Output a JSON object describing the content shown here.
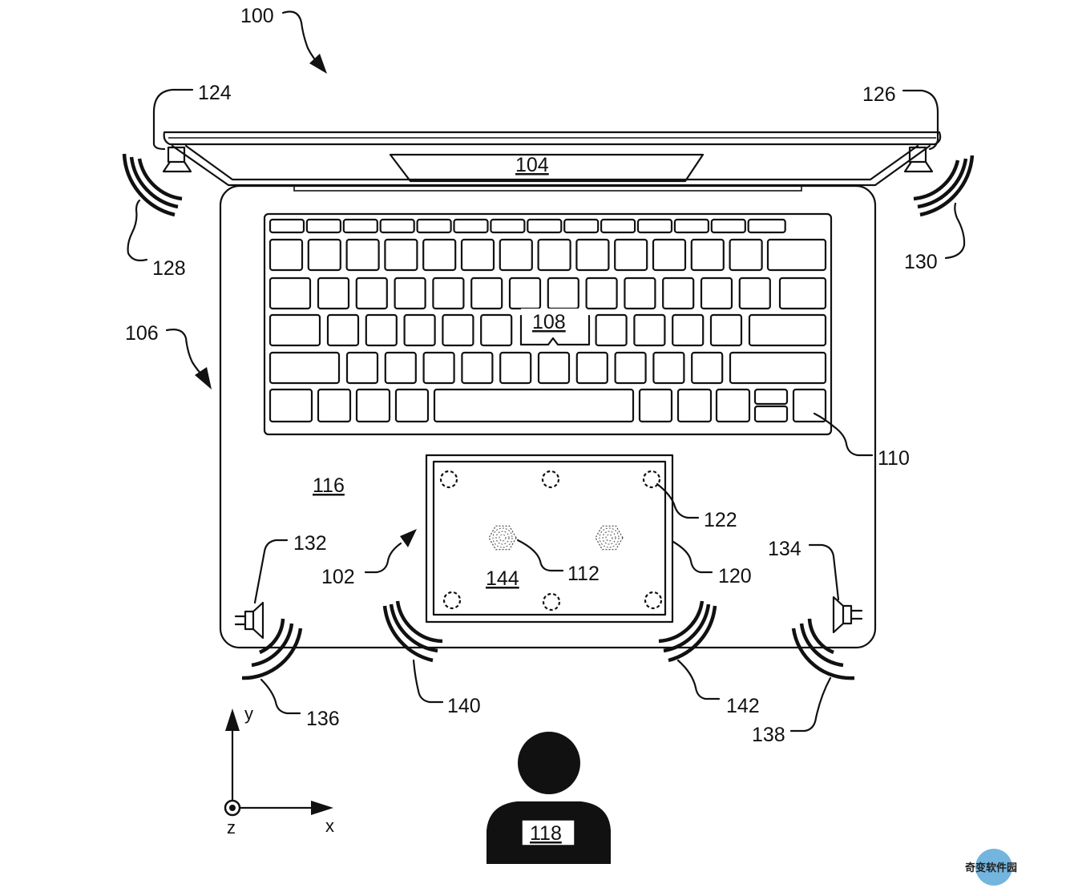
{
  "figure": {
    "reference_numerals": {
      "device": "100",
      "trackpad": "102",
      "display": "104",
      "body_arrow": "106",
      "keyboard": "108",
      "key": "110",
      "actuators": "112",
      "palm_rest": "116",
      "user": "118",
      "trackpad_border": "120",
      "sensor": "122",
      "hinge_speaker_left": "124",
      "hinge_speaker_right": "126",
      "wave_upper_left": "128",
      "wave_upper_right": "130",
      "speaker_lower_left": "132",
      "speaker_lower_right": "134",
      "wave_lower_left": "136",
      "wave_lower_right": "138",
      "wave_trackpad_left": "140",
      "wave_trackpad_right": "142",
      "trackpad_surface": "144"
    },
    "axes": {
      "y": "y",
      "x": "x",
      "z": "z"
    }
  },
  "watermark": {
    "text": "奇变软件园",
    "color": "#5aa8d8"
  }
}
